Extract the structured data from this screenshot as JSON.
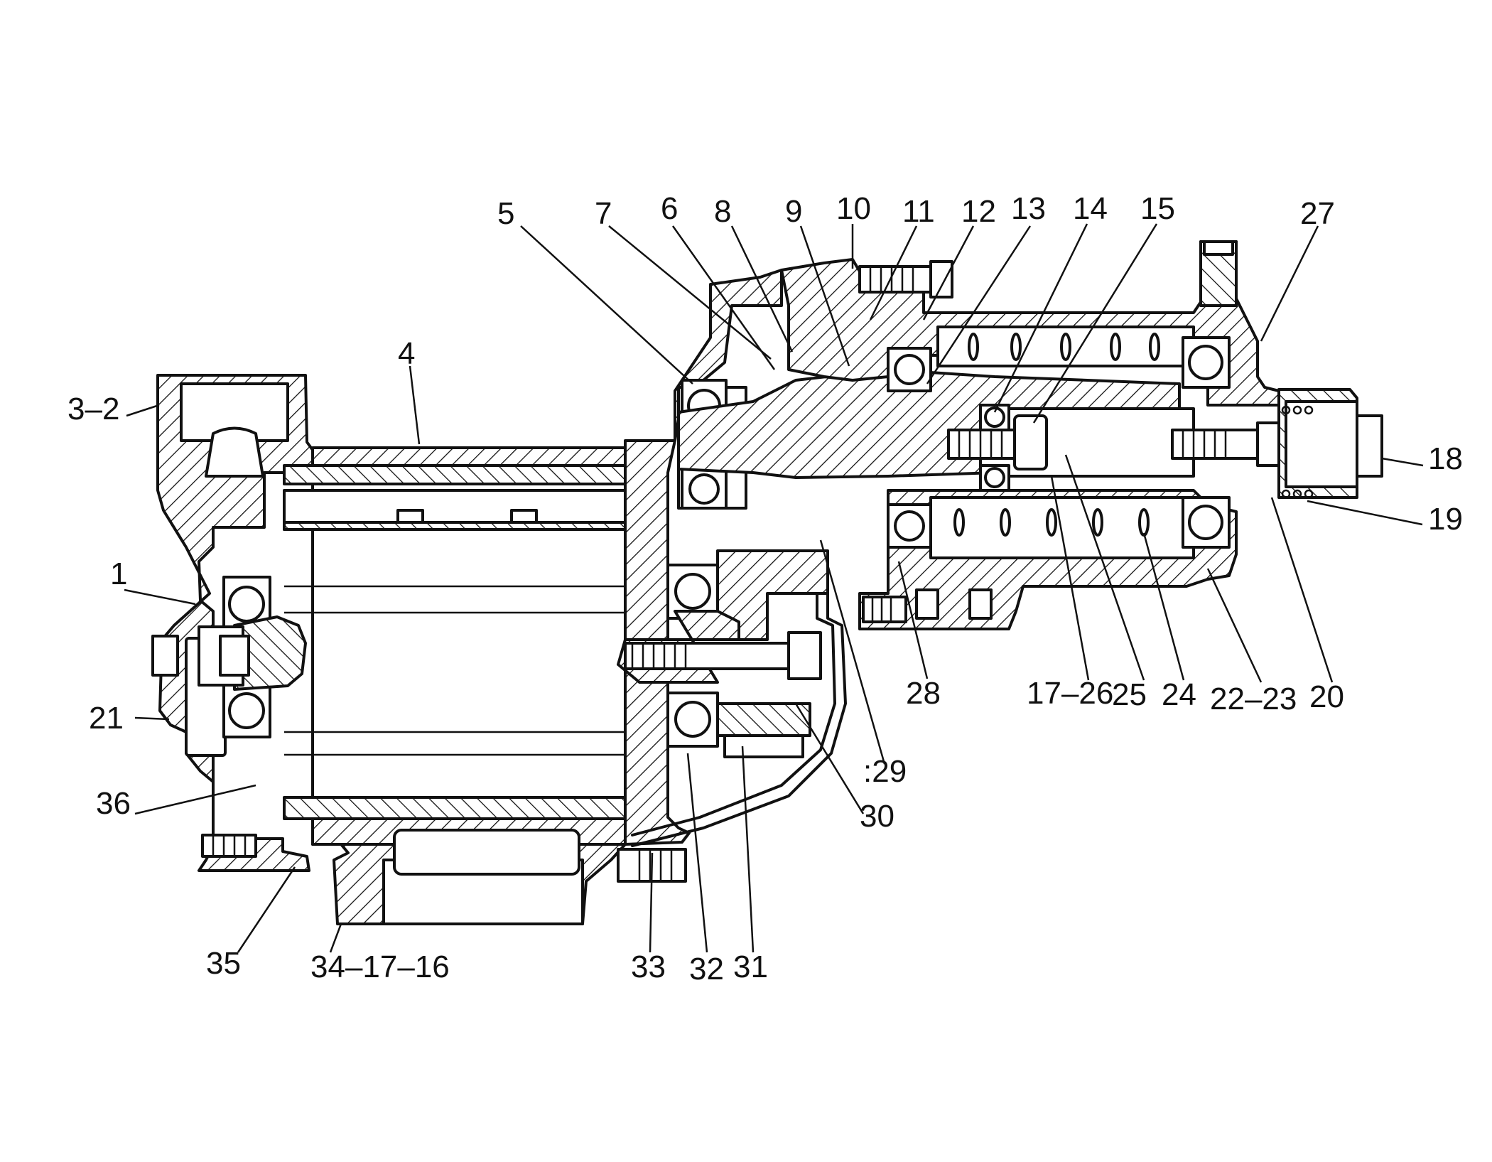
{
  "diagram": {
    "labels": [
      {
        "id": "l5",
        "text": "5"
      },
      {
        "id": "l7",
        "text": "7"
      },
      {
        "id": "l6",
        "text": "6"
      },
      {
        "id": "l8",
        "text": "8"
      },
      {
        "id": "l9",
        "text": "9"
      },
      {
        "id": "l10",
        "text": "10"
      },
      {
        "id": "l11",
        "text": "11"
      },
      {
        "id": "l12",
        "text": "12"
      },
      {
        "id": "l13",
        "text": "13"
      },
      {
        "id": "l14",
        "text": "14"
      },
      {
        "id": "l15",
        "text": "15"
      },
      {
        "id": "l27",
        "text": "27"
      },
      {
        "id": "l4",
        "text": "4"
      },
      {
        "id": "l3_2",
        "text": "3–2"
      },
      {
        "id": "l18",
        "text": "18"
      },
      {
        "id": "l19",
        "text": "19"
      },
      {
        "id": "l1",
        "text": "1"
      },
      {
        "id": "l21",
        "text": "21"
      },
      {
        "id": "l28",
        "text": "28"
      },
      {
        "id": "l17_26",
        "text": "17–26"
      },
      {
        "id": "l25",
        "text": "25"
      },
      {
        "id": "l24",
        "text": "24"
      },
      {
        "id": "l22_23",
        "text": "22–23"
      },
      {
        "id": "l20",
        "text": "20"
      },
      {
        "id": "l29",
        "text": ":29"
      },
      {
        "id": "l36",
        "text": "36"
      },
      {
        "id": "l30",
        "text": "30"
      },
      {
        "id": "l35",
        "text": "35"
      },
      {
        "id": "l34_17_16",
        "text": "34–17–16"
      },
      {
        "id": "l33",
        "text": "33"
      },
      {
        "id": "l32",
        "text": "32"
      },
      {
        "id": "l31",
        "text": "31"
      }
    ]
  }
}
